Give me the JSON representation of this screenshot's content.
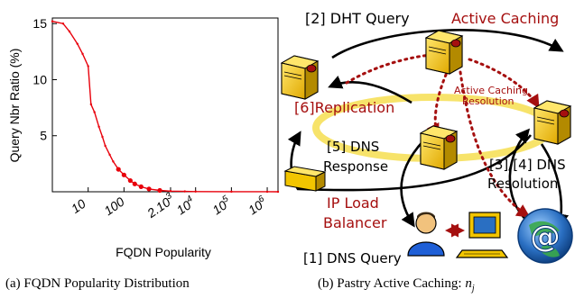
{
  "captions": {
    "a": "(a) FQDN Popularity Distribution",
    "b_prefix": "(b) Pastry Active Caching: ",
    "b_math": "n",
    "b_sub": "j"
  },
  "chart_data": {
    "type": "line",
    "title": "",
    "xlabel": "FQDN Popularity",
    "ylabel": "Query Nbr Ratio (%)",
    "x_scale": "log",
    "xlim": [
      1,
      2000000
    ],
    "ylim": [
      0,
      15.5
    ],
    "xtick_labels": [
      "10",
      "100",
      "2.10",
      "10",
      "10",
      "10"
    ],
    "xtick_label_sups": [
      "",
      "",
      "3",
      "4",
      "5",
      "6"
    ],
    "xtick_values": [
      10,
      100,
      2000,
      10000,
      100000,
      1000000
    ],
    "ytick_labels": [
      "5",
      "10",
      "15"
    ],
    "ytick_values": [
      5,
      10,
      15
    ],
    "grid": false,
    "series_color": "#e8000b",
    "series": [
      {
        "x": [
          1,
          2,
          3,
          5,
          7,
          10,
          12,
          15,
          20,
          25,
          30,
          40,
          50,
          70,
          100,
          150,
          200,
          300,
          500,
          1000,
          2000,
          5000,
          10000,
          100000,
          1000000,
          2000000
        ],
        "y": [
          15.2,
          15.0,
          14.3,
          13.2,
          12.3,
          11.2,
          7.8,
          7.1,
          5.8,
          4.9,
          4.1,
          3.3,
          2.7,
          2.0,
          1.5,
          1.0,
          0.7,
          0.45,
          0.25,
          0.12,
          0.06,
          0.03,
          0.02,
          0.01,
          0.005,
          0.0
        ]
      }
    ]
  },
  "diagram": {
    "labels": {
      "dht_query": "[2] DHT Query",
      "active_caching": "Active Caching",
      "active_caching_resolution_1": "Active Caching",
      "active_caching_resolution_2": "Resolution",
      "replication": "[6]Replication",
      "dns_response_1": "[5] DNS",
      "dns_response_2": "Response",
      "dns_resolution_1": "[3]/[4] DNS",
      "dns_resolution_2": "Resolution",
      "ip_load_1": "IP Load",
      "ip_load_2": "Balancer",
      "dns_query": "[1] DNS Query"
    },
    "colors": {
      "dark_red": "#a50f0f",
      "ring": "#f7e36a",
      "server_body": "#f2c500",
      "server_shadow": "#c99d00",
      "globe": "#2a6fc2"
    }
  }
}
